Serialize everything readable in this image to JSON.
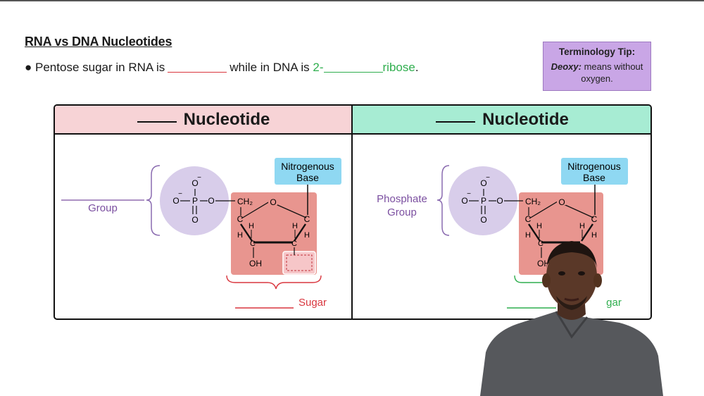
{
  "title": "RNA vs DNA Nucleotides",
  "bullet": {
    "marker": "●",
    "prefix": "Pentose sugar in RNA is",
    "middle": "while in DNA is",
    "green_prefix": "2-",
    "green_suffix": "ribose",
    "period": "."
  },
  "tip": {
    "title": "Terminology Tip:",
    "term": "Deoxy:",
    "body": "means without oxygen."
  },
  "panels": {
    "left": {
      "header": "Nucleotide",
      "phosphate_label": "Group",
      "base_label_line1": "Nitrogenous",
      "base_label_line2": "Base",
      "sugar_label": "Sugar"
    },
    "right": {
      "header": "Nucleotide",
      "phosphate_label_line1": "Phosphate",
      "phosphate_label_line2": "Group",
      "base_label_line1": "Nitrogenous",
      "base_label_line2": "Base",
      "sugar_label": "gar"
    }
  },
  "chem": {
    "o": "O",
    "o_minus": "O⁻",
    "p": "P",
    "ch2": "CH₂",
    "c": "C",
    "h": "H",
    "oh": "OH",
    "minus": "−"
  },
  "colors": {
    "accent_red": "#d9363e",
    "accent_green": "#2fae4e",
    "purple_text": "#7b4fa0",
    "phosphate_fill": "#d8cdea",
    "sugar_fill": "#e8958f",
    "base_fill": "#8fd8f2",
    "tip_fill": "#c9a6e6",
    "left_header": "#f7d3d6",
    "right_header": "#a7ecd3"
  }
}
